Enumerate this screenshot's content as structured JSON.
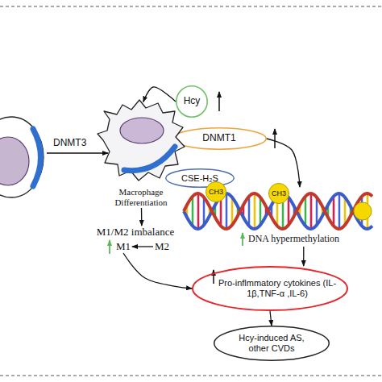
{
  "diagram": {
    "nodes": [
      {
        "text": [
          "Hcy"
        ]
      },
      {
        "text": [
          "DNMT1"
        ]
      },
      {
        "text": [
          "Macrophage Differentiation"
        ]
      },
      {
        "text": [
          "CSE-H₂S"
        ]
      },
      {
        "text": [
          "DNA hypermethylation"
        ]
      },
      {
        "text": [
          "CH3"
        ],
        "in": 4
      },
      {
        "text": [
          "CH3"
        ],
        "in": 4
      },
      {
        "text": [
          "M1/M2 imbalance"
        ]
      },
      {
        "text": [
          "M1"
        ]
      },
      {
        "text": [
          "M2"
        ]
      },
      {
        "text": [
          "Pro-inflmmatory cytokines (IL-1β,TNF-α ,IL-6)"
        ]
      },
      {
        "text": [
          "Hcy-induced AS, other CVDs"
        ]
      }
    ],
    "edges": [
      {
        "from": 0,
        "to": 2,
        "arrow": "to"
      },
      {
        "from": 1,
        "to": 4,
        "arrow": "to"
      },
      {
        "from": 2,
        "to": 7,
        "arrow": "to"
      },
      {
        "from": 9,
        "to": 8,
        "arrow": "to"
      },
      {
        "from": 8,
        "to": 10,
        "arrow": "to"
      },
      {
        "from": 4,
        "to": 10,
        "arrow": "to"
      },
      {
        "from": 10,
        "to": 11,
        "arrow": "to"
      }
    ],
    "labels": [
      "DNMT3"
    ]
  }
}
